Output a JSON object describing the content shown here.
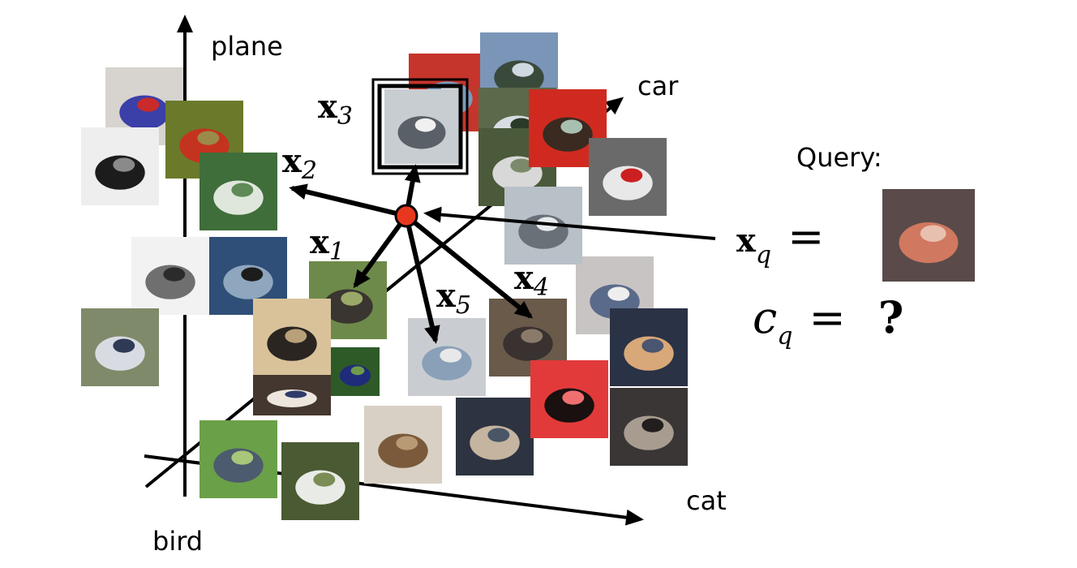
{
  "axes": {
    "plane": "plane",
    "car": "car",
    "cat": "cat",
    "bird": "bird"
  },
  "neighbors": [
    {
      "symbol": "x",
      "index": "1"
    },
    {
      "symbol": "x",
      "index": "2"
    },
    {
      "symbol": "x",
      "index": "3"
    },
    {
      "symbol": "x",
      "index": "4"
    },
    {
      "symbol": "x",
      "index": "5"
    }
  ],
  "query": {
    "title": "Query:",
    "x_symbol": "x",
    "x_subscript": "q",
    "c_symbol": "c",
    "c_subscript": "q",
    "equals": "=",
    "unknown": "?"
  },
  "colors": {
    "query_point": "#e8371f",
    "arrow": "#000000"
  },
  "thumbnails": [
    {
      "class": "plane",
      "palette": [
        "#d7d3cf",
        "#3b3fa8",
        "#c92b2b"
      ]
    },
    {
      "class": "plane",
      "palette": [
        "#eeeeee",
        "#1c1c1c",
        "#8a8a8a"
      ]
    },
    {
      "class": "bird",
      "palette": [
        "#6a7a2a",
        "#c4331f",
        "#9c8a4a"
      ]
    },
    {
      "class": "plane",
      "palette": [
        "#3f6e3a",
        "#dfe6dc",
        "#5d8a55"
      ]
    },
    {
      "class": "plane",
      "palette": [
        "#f2f2f2",
        "#6f6f6f",
        "#2b2b2b"
      ]
    },
    {
      "class": "bird",
      "palette": [
        "#2f4f78",
        "#8fa6bf",
        "#1c1c1c"
      ]
    },
    {
      "class": "plane",
      "palette": [
        "#7f8a6a",
        "#d8dce2",
        "#2f3a55"
      ]
    },
    {
      "class": "bird",
      "palette": [
        "#6d8a4a",
        "#3a3530",
        "#9aa86a"
      ]
    },
    {
      "class": "bird",
      "palette": [
        "#d9c29a",
        "#2a2520",
        "#b8a07a"
      ]
    },
    {
      "class": "bird",
      "palette": [
        "#2e5a28",
        "#1f2c7a",
        "#6e9a4a"
      ]
    },
    {
      "class": "bird",
      "palette": [
        "#44372f",
        "#ece6df",
        "#2f3b6a"
      ]
    },
    {
      "class": "bird",
      "palette": [
        "#6aa048",
        "#4d5b6e",
        "#a8c77a"
      ]
    },
    {
      "class": "bird",
      "palette": [
        "#4a5a32",
        "#e8ebe6",
        "#7b8c55"
      ]
    },
    {
      "class": "bird",
      "palette": [
        "#d8d0c4",
        "#7a5a3a",
        "#b89a74"
      ]
    },
    {
      "class": "cat",
      "palette": [
        "#c9cdd2",
        "#8aa0b8",
        "#e8e8ea"
      ]
    },
    {
      "class": "cat",
      "palette": [
        "#6a5a4a",
        "#3a3230",
        "#8a7a6a"
      ]
    },
    {
      "class": "cat",
      "palette": [
        "#2d3340",
        "#c4b4a0",
        "#4a5566"
      ]
    },
    {
      "class": "cat",
      "palette": [
        "#e23a3a",
        "#1a1010",
        "#f07070"
      ]
    },
    {
      "class": "cat",
      "palette": [
        "#c9c4c4",
        "#5a6a8a",
        "#eeeeee"
      ]
    },
    {
      "class": "cat",
      "palette": [
        "#2a3245",
        "#d8a878",
        "#4a5570"
      ]
    },
    {
      "class": "cat",
      "palette": [
        "#3a3636",
        "#a89c90",
        "#221e1e"
      ]
    },
    {
      "class": "car",
      "palette": [
        "#c6352b",
        "#7a9ab8",
        "#e0e0e0"
      ]
    },
    {
      "class": "car",
      "palette": [
        "#7a95b8",
        "#3a4a3a",
        "#d0d8e0"
      ]
    },
    {
      "class": "car",
      "palette": [
        "#5a6a4a",
        "#d8dde2",
        "#2a3a2a"
      ]
    },
    {
      "class": "car",
      "palette": [
        "#4a5a3a",
        "#d8d8d8",
        "#7a8a6a"
      ]
    },
    {
      "class": "car",
      "palette": [
        "#d02a20",
        "#3a2a20",
        "#a8c0b0"
      ]
    },
    {
      "class": "car",
      "palette": [
        "#6a6a6a",
        "#e8e8e8",
        "#cc2020"
      ]
    },
    {
      "class": "car",
      "palette": [
        "#b8c0c8",
        "#6a7078",
        "#e8ecef"
      ]
    },
    {
      "class": "car",
      "palette": [
        "#c8cdd2",
        "#5a6068",
        "#f0f0f0"
      ]
    },
    {
      "class": "query",
      "palette": [
        "#5a4a4a",
        "#d07860",
        "#e8c0b0"
      ]
    }
  ]
}
